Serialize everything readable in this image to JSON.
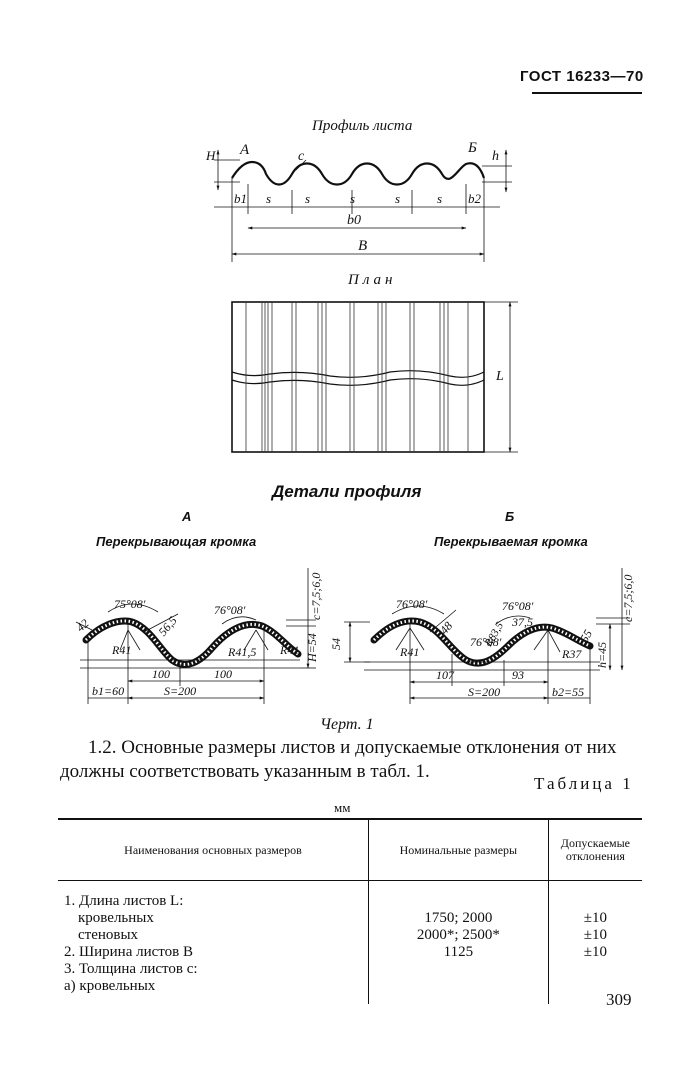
{
  "header": {
    "standard": "ГОСТ 16233—70"
  },
  "figure": {
    "profile_title": "Профиль листа",
    "plan_title": "План",
    "details_title": "Детали профиля",
    "profile_labels": {
      "A": "А",
      "B_letter": "Б",
      "H": "H",
      "h": "h",
      "c": "c",
      "b1": "b1",
      "b2": "b2",
      "s": "s",
      "b0": "b0",
      "B": "B",
      "L": "L"
    },
    "detail_a": {
      "letter": "А",
      "title": "Перекрывающая кромка",
      "labels": [
        "42",
        "75°08'",
        "56,5",
        "76°08'",
        "c=7,5;6,0",
        "H=54",
        "R41",
        "R41,5",
        "R41",
        "100",
        "100",
        "b1=60",
        "S=200"
      ]
    },
    "detail_b": {
      "letter": "Б",
      "title": "Перекрываемая кромка",
      "labels": [
        "76°08'",
        "76°08'",
        "c=7,5;6,0",
        "48",
        "R83,5",
        "37,5",
        "76°08'",
        "55",
        "54",
        "h=45",
        "R41",
        "R37",
        "107",
        "93",
        "S=200",
        "b2=55"
      ]
    },
    "caption": "Черт. 1"
  },
  "paragraph": "1.2. Основные размеры листов и допускаемые отклонения от них должны соответствовать указанным в табл. 1.",
  "table": {
    "title": "Таблица 1",
    "unit": "мм",
    "headers": [
      "Наименования основных размеров",
      "Номинальные размеры",
      "Допускаемые отклонения"
    ],
    "col1": [
      "1. Длина листов L:",
      "кровельных",
      "стеновых",
      "2. Ширина листов B",
      "3. Толщина листов c:",
      "а) кровельных"
    ],
    "col2": [
      "",
      "1750; 2000",
      "2000*; 2500*",
      "1125",
      "",
      ""
    ],
    "col3": [
      "",
      "±10",
      "±10",
      "±10",
      "",
      ""
    ]
  },
  "page_number": "309"
}
